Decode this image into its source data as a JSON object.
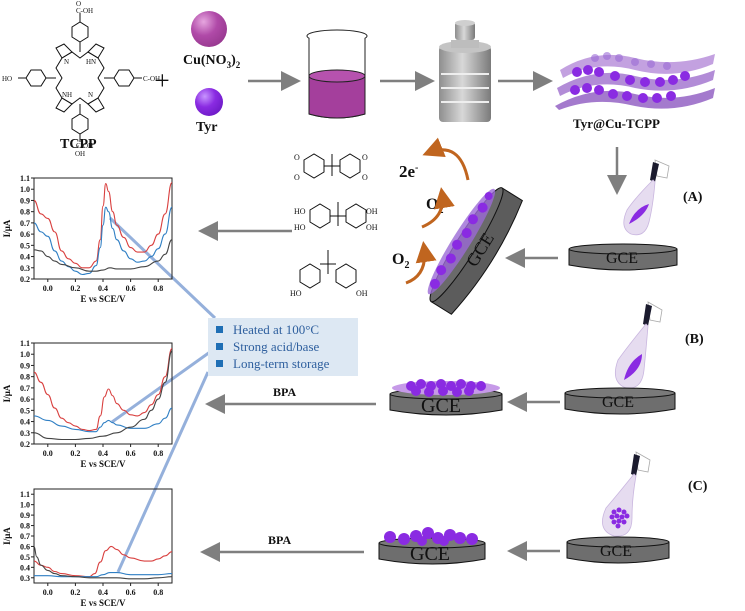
{
  "reactants": {
    "tcpp_label": "TCPP",
    "plus": "+",
    "cu_label": "Cu(NO",
    "cu_sub3": "3",
    "cu_close": ")",
    "cu_sub2": "2",
    "tyr_label": "Tyr",
    "tcpp_groups": {
      "cooh": "C-OH",
      "oh": "OH",
      "ho": "HO",
      "nh": "NH",
      "n": "N",
      "hn": "HN",
      "o": "O"
    }
  },
  "product_label": "Tyr@Cu-TCPP",
  "electrode_label": "GCE",
  "routes": [
    {
      "id": "A",
      "label": "(A)"
    },
    {
      "id": "B",
      "label": "(B)"
    },
    {
      "id": "C",
      "label": "(C)"
    }
  ],
  "mechanism": {
    "electron_label": "2e",
    "electron_sup": "-",
    "o2_label": "O",
    "o2_sub": "2",
    "groups": {
      "oh": "OH",
      "ho": "HO",
      "o": "O"
    }
  },
  "bpa_label": "BPA",
  "callout": {
    "items": [
      "Heated at 100°C",
      "Strong acid/base",
      "Long-term storage"
    ]
  },
  "colors": {
    "red_curve": "#d9403f",
    "blue_curve": "#2f7fc4",
    "black_curve": "#444444",
    "arrow_gray": "#7f7f7f",
    "mof_purple": "#8a2be2",
    "cu_magenta": "#b04aa8",
    "orange_arrow": "#c0651f",
    "callout_bg": "#dde8f3",
    "callout_text": "#2e5f9e"
  },
  "chart_data": [
    {
      "type": "line",
      "title": "",
      "xlabel": "E vs SCE/V",
      "ylabel": "I/μA",
      "xlim": [
        -0.1,
        0.9
      ],
      "ylim": [
        0.2,
        1.1
      ],
      "xticks": [
        "0.0",
        "0.2",
        "0.4",
        "0.6",
        "0.8"
      ],
      "yticks": [
        "0.2",
        "0.3",
        "0.4",
        "0.5",
        "0.6",
        "0.7",
        "0.8",
        "0.9",
        "1.0",
        "1.1"
      ],
      "series": [
        {
          "name": "red",
          "color": "#d9403f",
          "x": [
            -0.1,
            -0.05,
            0.0,
            0.05,
            0.1,
            0.15,
            0.2,
            0.25,
            0.3,
            0.35,
            0.38,
            0.4,
            0.42,
            0.44,
            0.47,
            0.5,
            0.55,
            0.6,
            0.65,
            0.7,
            0.75,
            0.8,
            0.85,
            0.9
          ],
          "y": [
            0.9,
            0.78,
            0.74,
            0.62,
            0.45,
            0.38,
            0.34,
            0.3,
            0.3,
            0.36,
            0.55,
            0.85,
            1.05,
            0.98,
            0.8,
            0.68,
            0.57,
            0.48,
            0.44,
            0.44,
            0.5,
            0.6,
            0.78,
            1.06
          ]
        },
        {
          "name": "blue",
          "color": "#2f7fc4",
          "x": [
            -0.1,
            -0.05,
            0.0,
            0.05,
            0.1,
            0.15,
            0.2,
            0.25,
            0.3,
            0.35,
            0.38,
            0.4,
            0.42,
            0.44,
            0.47,
            0.5,
            0.55,
            0.6,
            0.65,
            0.7,
            0.75,
            0.8,
            0.85,
            0.9
          ],
          "y": [
            0.7,
            0.62,
            0.58,
            0.45,
            0.36,
            0.31,
            0.27,
            0.24,
            0.25,
            0.32,
            0.48,
            0.68,
            0.84,
            0.8,
            0.65,
            0.55,
            0.45,
            0.38,
            0.35,
            0.36,
            0.4,
            0.47,
            0.6,
            0.84
          ]
        },
        {
          "name": "black",
          "color": "#444444",
          "x": [
            -0.1,
            -0.05,
            0.0,
            0.05,
            0.1,
            0.2,
            0.3,
            0.35,
            0.4,
            0.45,
            0.5,
            0.6,
            0.7,
            0.8,
            0.85,
            0.9
          ],
          "y": [
            0.46,
            0.45,
            0.4,
            0.36,
            0.33,
            0.3,
            0.27,
            0.27,
            0.28,
            0.3,
            0.29,
            0.29,
            0.31,
            0.36,
            0.42,
            0.55
          ]
        }
      ]
    },
    {
      "type": "line",
      "title": "",
      "xlabel": "E vs SCE/V",
      "ylabel": "I/μA",
      "xlim": [
        -0.1,
        0.9
      ],
      "ylim": [
        0.2,
        1.1
      ],
      "xticks": [
        "0.0",
        "0.2",
        "0.4",
        "0.6",
        "0.8"
      ],
      "yticks": [
        "0.2",
        "0.3",
        "0.4",
        "0.5",
        "0.6",
        "0.7",
        "0.8",
        "0.9",
        "1.0",
        "1.1"
      ],
      "series": [
        {
          "name": "red",
          "color": "#d9403f",
          "x": [
            -0.1,
            -0.05,
            0.0,
            0.05,
            0.1,
            0.15,
            0.2,
            0.25,
            0.3,
            0.35,
            0.38,
            0.41,
            0.44,
            0.47,
            0.5,
            0.55,
            0.6,
            0.65,
            0.7,
            0.75,
            0.8,
            0.85,
            0.9
          ],
          "y": [
            0.84,
            0.75,
            0.64,
            0.52,
            0.43,
            0.39,
            0.36,
            0.33,
            0.32,
            0.33,
            0.45,
            0.62,
            0.69,
            0.63,
            0.56,
            0.5,
            0.46,
            0.45,
            0.48,
            0.55,
            0.64,
            0.8,
            1.05
          ]
        },
        {
          "name": "blue",
          "color": "#2f7fc4",
          "x": [
            -0.1,
            0.0,
            0.1,
            0.2,
            0.3,
            0.35,
            0.38,
            0.41,
            0.44,
            0.47,
            0.5,
            0.6,
            0.7,
            0.8,
            0.85,
            0.9
          ],
          "y": [
            0.45,
            0.41,
            0.36,
            0.33,
            0.31,
            0.31,
            0.35,
            0.39,
            0.41,
            0.39,
            0.37,
            0.34,
            0.34,
            0.38,
            0.43,
            0.52
          ]
        },
        {
          "name": "black",
          "color": "#444444",
          "x": [
            -0.1,
            0.0,
            0.1,
            0.2,
            0.3,
            0.4,
            0.5,
            0.6,
            0.7,
            0.75,
            0.8,
            0.85,
            0.9
          ],
          "y": [
            0.3,
            0.25,
            0.24,
            0.24,
            0.25,
            0.27,
            0.3,
            0.35,
            0.42,
            0.5,
            0.6,
            0.75,
            1.03
          ]
        }
      ]
    },
    {
      "type": "line",
      "title": "",
      "xlabel": "E vs SCE/V",
      "ylabel": "I/μA",
      "xlim": [
        -0.1,
        0.9
      ],
      "ylim": [
        0.25,
        1.15
      ],
      "xticks": [
        "0.0",
        "0.2",
        "0.4",
        "0.6",
        "0.8"
      ],
      "yticks": [
        "0.3",
        "0.4",
        "0.5",
        "0.6",
        "0.7",
        "0.8",
        "0.9",
        "1.0",
        "1.1"
      ],
      "series": [
        {
          "name": "red",
          "color": "#d9403f",
          "x": [
            -0.1,
            -0.05,
            0.0,
            0.05,
            0.1,
            0.2,
            0.3,
            0.34,
            0.38,
            0.42,
            0.46,
            0.5,
            0.55,
            0.6,
            0.7,
            0.75,
            0.8,
            0.85,
            0.9
          ],
          "y": [
            0.46,
            0.42,
            0.4,
            0.36,
            0.34,
            0.32,
            0.31,
            0.34,
            0.45,
            0.56,
            0.6,
            0.57,
            0.52,
            0.49,
            0.46,
            0.46,
            0.48,
            0.51,
            0.55
          ]
        },
        {
          "name": "blue",
          "color": "#2f7fc4",
          "x": [
            -0.1,
            0.0,
            0.1,
            0.2,
            0.3,
            0.35,
            0.4,
            0.45,
            0.5,
            0.6,
            0.7,
            0.8,
            0.9
          ],
          "y": [
            0.32,
            0.32,
            0.31,
            0.31,
            0.31,
            0.31,
            0.33,
            0.35,
            0.35,
            0.33,
            0.33,
            0.33,
            0.34
          ]
        },
        {
          "name": "black",
          "color": "#444444",
          "x": [
            -0.1,
            -0.08,
            -0.05,
            0.0,
            0.05,
            0.1,
            0.2,
            0.3,
            0.4,
            0.5,
            0.6,
            0.7,
            0.8,
            0.9
          ],
          "y": [
            0.6,
            0.5,
            0.42,
            0.37,
            0.34,
            0.32,
            0.31,
            0.3,
            0.3,
            0.3,
            0.29,
            0.29,
            0.3,
            0.31
          ]
        }
      ]
    }
  ]
}
